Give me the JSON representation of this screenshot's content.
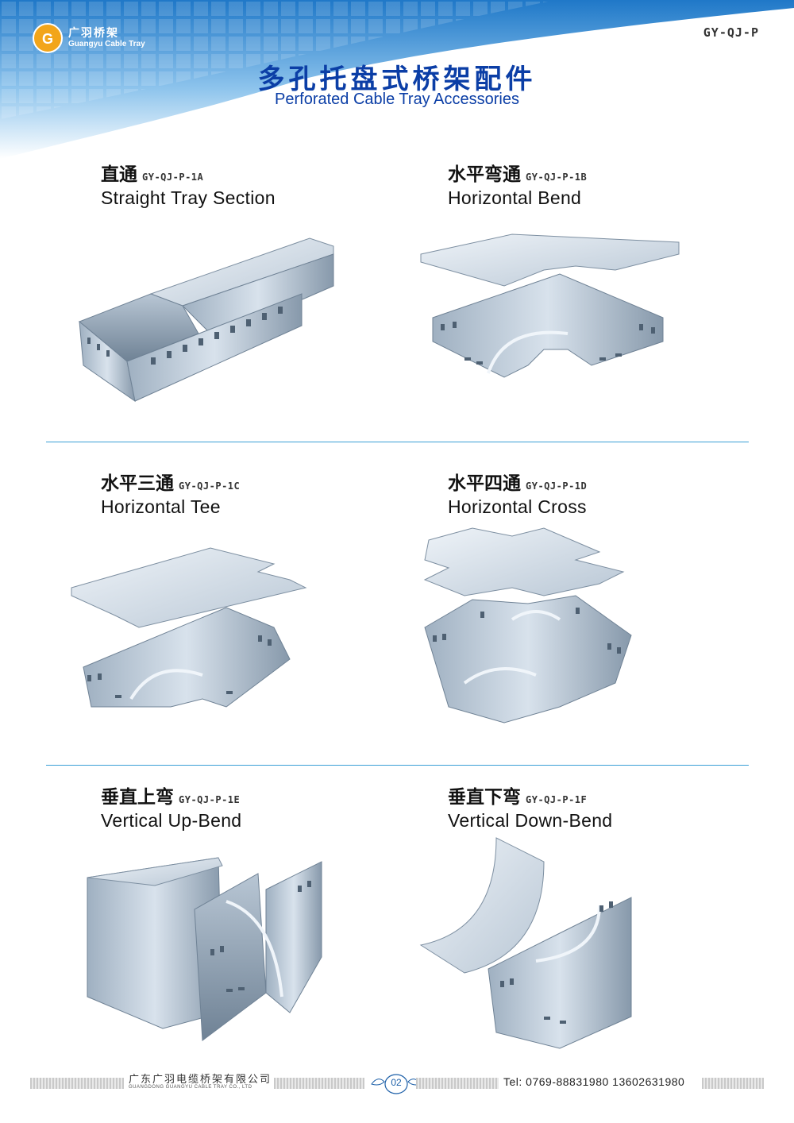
{
  "header": {
    "logo_cn": "广羽桥架",
    "logo_en": "Guangyu Cable Tray",
    "code": "GY-QJ-P",
    "title_cn": "多孔托盘式桥架配件",
    "title_en": "Perforated Cable Tray Accessories"
  },
  "items": [
    {
      "cn": "直通",
      "code": "GY-QJ-P-1A",
      "en": "Straight Tray Section"
    },
    {
      "cn": "水平弯通",
      "code": "GY-QJ-P-1B",
      "en": "Horizontal Bend"
    },
    {
      "cn": "水平三通",
      "code": "GY-QJ-P-1C",
      "en": "Horizontal Tee"
    },
    {
      "cn": "水平四通",
      "code": "GY-QJ-P-1D",
      "en": "Horizontal Cross"
    },
    {
      "cn": "垂直上弯",
      "code": "GY-QJ-P-1E",
      "en": "Vertical Up-Bend"
    },
    {
      "cn": "垂直下弯",
      "code": "GY-QJ-P-1F",
      "en": "Vertical Down-Bend"
    }
  ],
  "footer": {
    "company_cn": "广东广羽电缆桥架有限公司",
    "company_en": "GUANGDONG GUANGYU CABLE TRAY CO., LTD",
    "page": "02",
    "tel": "Tel: 0769-88831980  13602631980"
  },
  "colors": {
    "accent": "#0b3ea6",
    "divider": "#3a9fd6",
    "metal_light": "#d6e0ea",
    "metal_dark": "#7d8fa1"
  }
}
